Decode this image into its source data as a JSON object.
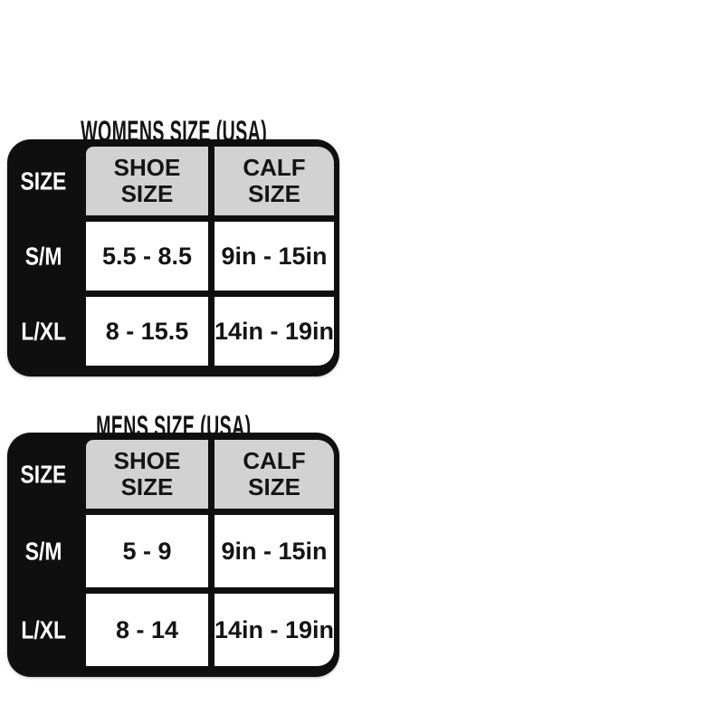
{
  "page": {
    "background_color": "#ffffff"
  },
  "style": {
    "frame_color": "#0f0f0f",
    "header_bg_color": "#d2d2d2",
    "cell_bg_color": "#ffffff",
    "text_color": "#141414",
    "label_text_color": "#ffffff"
  },
  "tables": [
    {
      "title": "WOMENS SIZE (USA)",
      "corner_label": "SIZE",
      "columns": [
        {
          "line1": "SHOE",
          "line2": "SIZE"
        },
        {
          "line1": "CALF",
          "line2": "SIZE"
        }
      ],
      "rows": [
        {
          "size": "S/M",
          "shoe": "5.5 - 8.5",
          "calf": "9in - 15in"
        },
        {
          "size": "L/XL",
          "shoe": "8 - 15.5",
          "calf": "14in - 19in"
        }
      ]
    },
    {
      "title": "MENS SIZE (USA)",
      "corner_label": "SIZE",
      "columns": [
        {
          "line1": "SHOE",
          "line2": "SIZE"
        },
        {
          "line1": "CALF",
          "line2": "SIZE"
        }
      ],
      "rows": [
        {
          "size": "S/M",
          "shoe": "5 - 9",
          "calf": "9in - 15in"
        },
        {
          "size": "L/XL",
          "shoe": "8 - 14",
          "calf": "14in - 19in"
        }
      ]
    }
  ],
  "chart_data": [
    {
      "type": "table",
      "title": "WOMENS SIZE (USA)",
      "column_headers": [
        "SIZE",
        "SHOE SIZE",
        "CALF SIZE"
      ],
      "rows": [
        [
          "S/M",
          "5.5 - 8.5",
          "9in - 15in"
        ],
        [
          "L/XL",
          "8 - 15.5",
          "14in - 19in"
        ]
      ]
    },
    {
      "type": "table",
      "title": "MENS SIZE (USA)",
      "column_headers": [
        "SIZE",
        "SHOE SIZE",
        "CALF SIZE"
      ],
      "rows": [
        [
          "S/M",
          "5 - 9",
          "9in - 15in"
        ],
        [
          "L/XL",
          "8 - 14",
          "14in - 19in"
        ]
      ]
    }
  ]
}
